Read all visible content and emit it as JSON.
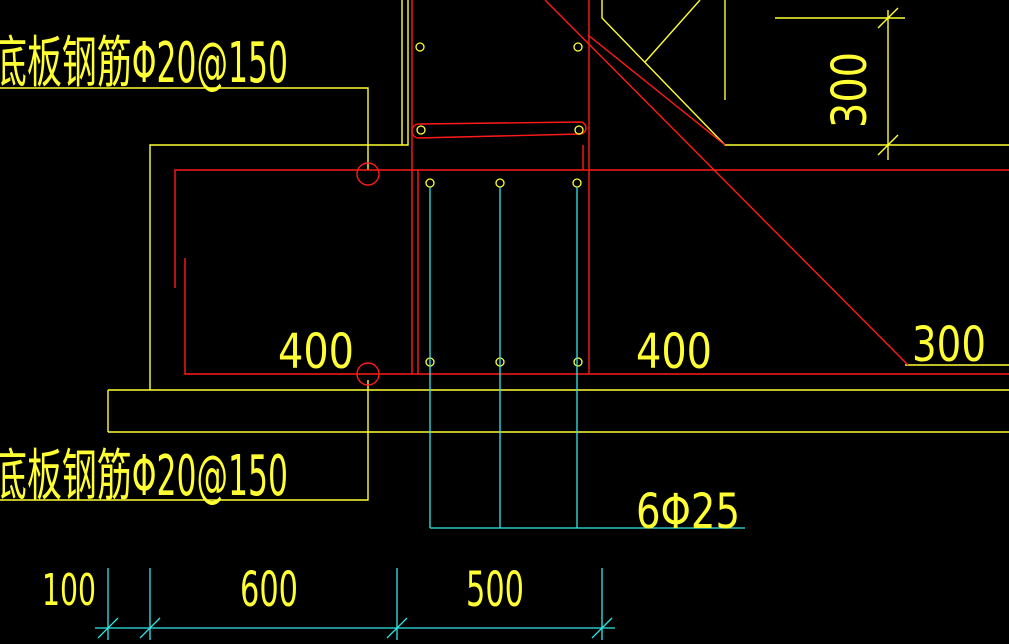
{
  "colors": {
    "background": "#000000",
    "outline": "#ffff33",
    "rebar": "#ff1a1a",
    "leader": "#33e6e6",
    "text": "#ffff33"
  },
  "annotations": {
    "top_rebar_label": "底板钢筋Φ20@150",
    "bottom_rebar_label": "底板钢筋Φ20@150",
    "left_width": "400",
    "right_width": "400",
    "right_offset": "300",
    "vertical_dim": "300",
    "main_bar_label": "6Φ25"
  },
  "dimensions": [
    "100",
    "600",
    "500"
  ]
}
